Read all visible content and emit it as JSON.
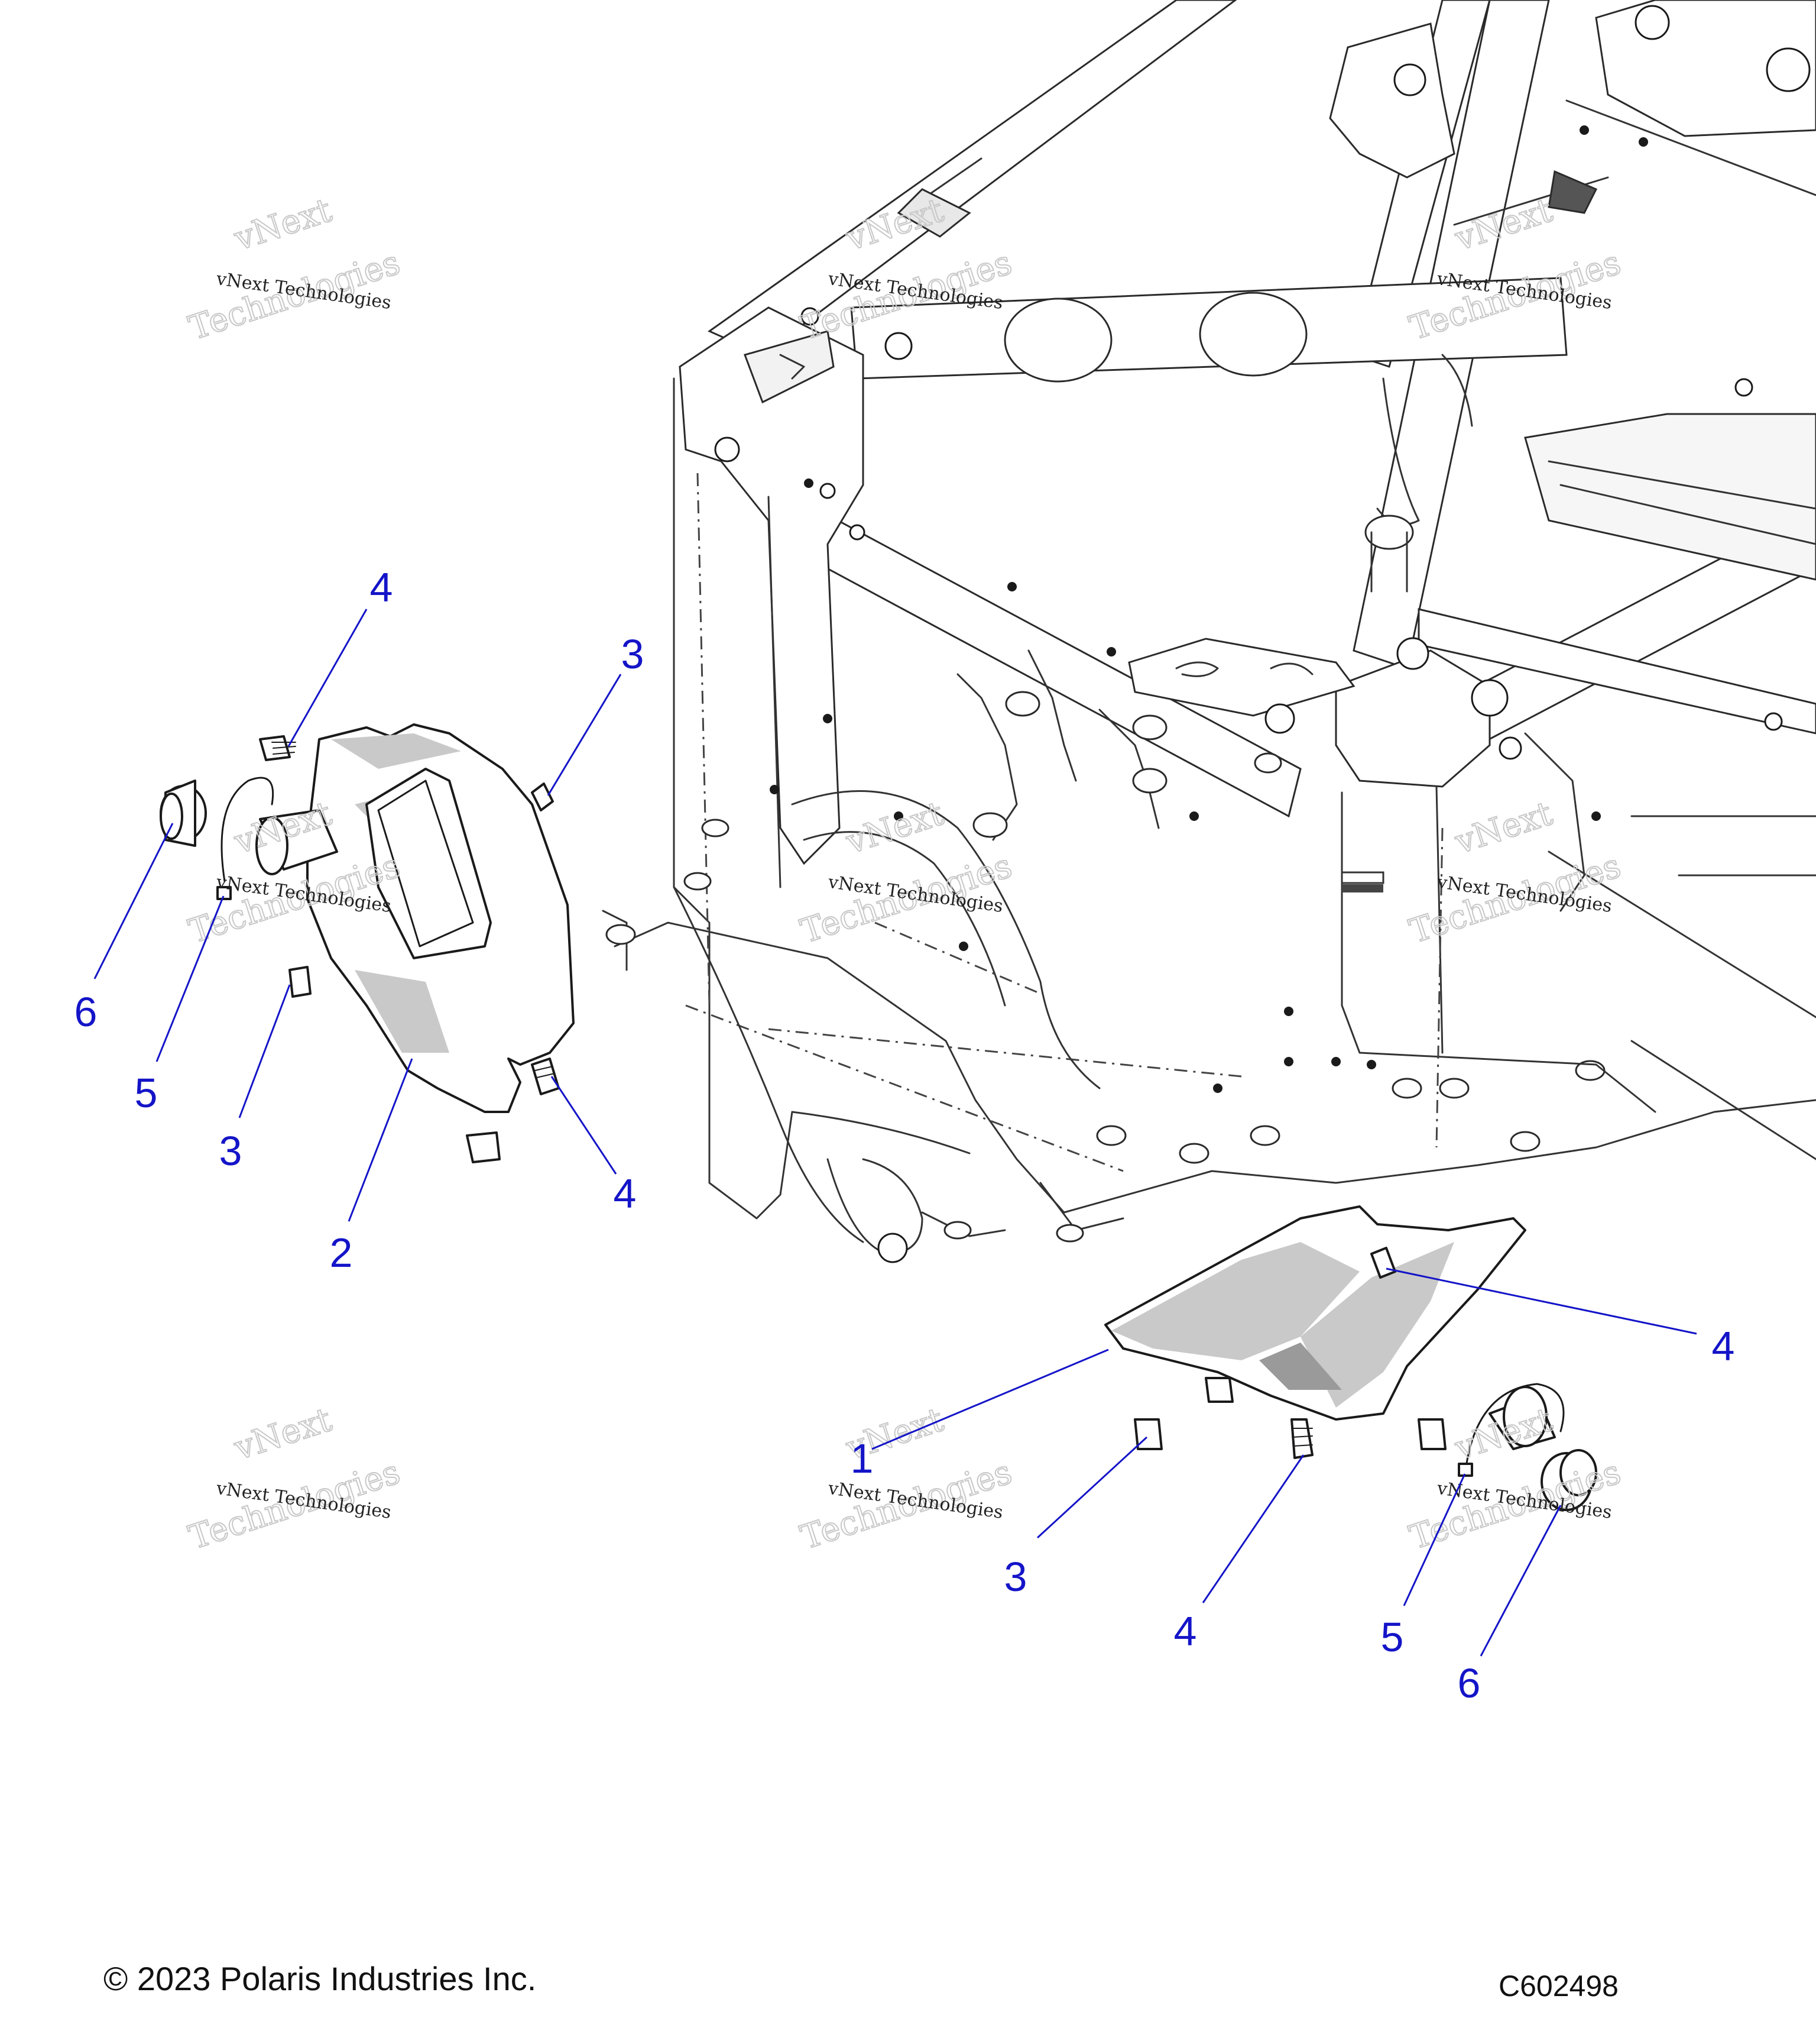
{
  "diagram": {
    "callouts": [
      {
        "id": "c6-left",
        "label": "6"
      },
      {
        "id": "c5-left",
        "label": "5"
      },
      {
        "id": "c3-left-low",
        "label": "3"
      },
      {
        "id": "c2",
        "label": "2"
      },
      {
        "id": "c4-left-low",
        "label": "4"
      },
      {
        "id": "c4-left-top",
        "label": "4"
      },
      {
        "id": "c3-left-top",
        "label": "3"
      },
      {
        "id": "c1",
        "label": "1"
      },
      {
        "id": "c4-right-top",
        "label": "4"
      },
      {
        "id": "c3-right",
        "label": "3"
      },
      {
        "id": "c4-right-low",
        "label": "4"
      },
      {
        "id": "c5-right",
        "label": "5"
      },
      {
        "id": "c6-right",
        "label": "6"
      }
    ],
    "watermark": {
      "line": "vNext Technologies",
      "big_top": "vNext",
      "big_bottom": "Technologies"
    },
    "parts": [
      "frame",
      "left-closeout-panel",
      "right-closeout-panel",
      "grommet",
      "cable-tie",
      "push-rivet",
      "screw"
    ]
  },
  "footer": {
    "copyright": "© 2023 Polaris Industries Inc.",
    "code": "C602498"
  },
  "colors": {
    "callout": "#1414c8",
    "linework": "#1a1a1a",
    "shade": "#c9c9c9"
  }
}
